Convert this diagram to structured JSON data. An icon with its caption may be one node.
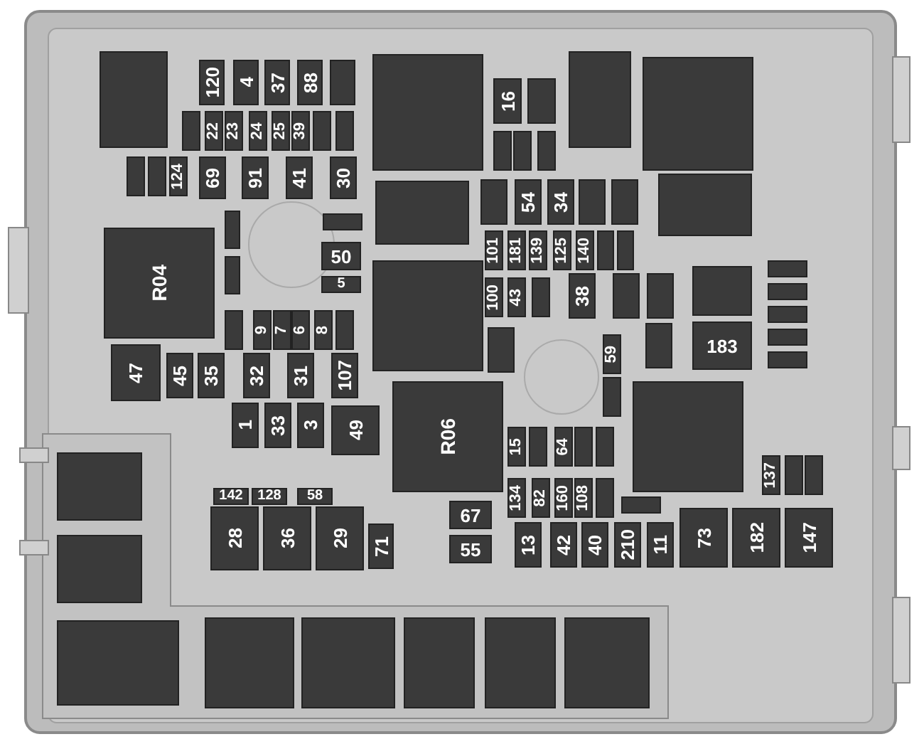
{
  "diagram": {
    "nodes": [
      {
        "text": [],
        "shape": "box"
      },
      {
        "text": [
          "120"
        ]
      },
      {
        "text": [
          "4"
        ]
      },
      {
        "text": [
          "37"
        ]
      },
      {
        "text": [
          "88"
        ]
      },
      {
        "text": [],
        "shape": "box"
      },
      {
        "text": [],
        "shape": "box"
      },
      {
        "text": [
          "22"
        ]
      },
      {
        "text": [
          "23"
        ]
      },
      {
        "text": [
          "24"
        ]
      },
      {
        "text": [
          "25"
        ]
      },
      {
        "text": [
          "39"
        ]
      },
      {
        "text": [],
        "shape": "box"
      },
      {
        "text": [],
        "shape": "box"
      },
      {
        "text": [],
        "shape": "box"
      },
      {
        "text": [],
        "shape": "box"
      },
      {
        "text": [
          "124"
        ]
      },
      {
        "text": [
          "69"
        ]
      },
      {
        "text": [
          "91"
        ]
      },
      {
        "text": [
          "41"
        ]
      },
      {
        "text": [
          "30"
        ]
      },
      {
        "text": [],
        "shape": "box"
      },
      {
        "text": [
          "16"
        ]
      },
      {
        "text": [],
        "shape": "box"
      },
      {
        "text": [],
        "shape": "box"
      },
      {
        "text": [],
        "shape": "box"
      },
      {
        "text": [],
        "shape": "box"
      },
      {
        "text": [],
        "shape": "box"
      },
      {
        "text": [],
        "shape": "box"
      },
      {
        "text": [],
        "shape": "box"
      },
      {
        "text": [],
        "shape": "box"
      },
      {
        "text": [
          "54"
        ]
      },
      {
        "text": [
          "34"
        ]
      },
      {
        "text": [],
        "shape": "box"
      },
      {
        "text": [],
        "shape": "box"
      },
      {
        "text": [],
        "shape": "box"
      },
      {
        "text": [],
        "shape": "box"
      },
      {
        "text": [],
        "shape": "box"
      },
      {
        "text": [],
        "shape": "box"
      },
      {
        "text": [
          "50"
        ]
      },
      {
        "text": [
          "R04"
        ]
      },
      {
        "text": [
          "101"
        ]
      },
      {
        "text": [
          "181"
        ]
      },
      {
        "text": [
          "139"
        ]
      },
      {
        "text": [
          "125"
        ]
      },
      {
        "text": [
          "140"
        ]
      },
      {
        "text": [],
        "shape": "box"
      },
      {
        "text": [],
        "shape": "box"
      },
      {
        "text": [
          "5"
        ]
      },
      {
        "text": [],
        "shape": "box"
      },
      {
        "text": [
          "100"
        ]
      },
      {
        "text": [
          "43"
        ]
      },
      {
        "text": [],
        "shape": "box"
      },
      {
        "text": [
          "38"
        ]
      },
      {
        "text": [],
        "shape": "box"
      },
      {
        "text": [],
        "shape": "box"
      },
      {
        "text": [],
        "shape": "box"
      },
      {
        "text": [],
        "shape": "box"
      },
      {
        "text": [],
        "shape": "box"
      },
      {
        "text": [],
        "shape": "box"
      },
      {
        "text": [],
        "shape": "box"
      },
      {
        "text": [],
        "shape": "box"
      },
      {
        "text": [],
        "shape": "box"
      },
      {
        "text": [
          "9"
        ]
      },
      {
        "text": [
          "7"
        ]
      },
      {
        "text": [
          "6"
        ]
      },
      {
        "text": [
          "8"
        ]
      },
      {
        "text": [],
        "shape": "box"
      },
      {
        "text": [
          "183"
        ]
      },
      {
        "text": [],
        "shape": "box"
      },
      {
        "text": [],
        "shape": "box"
      },
      {
        "text": [
          "59"
        ]
      },
      {
        "text": [
          "47"
        ]
      },
      {
        "text": [
          "45"
        ]
      },
      {
        "text": [
          "35"
        ]
      },
      {
        "text": [
          "32"
        ]
      },
      {
        "text": [
          "31"
        ]
      },
      {
        "text": [
          "107"
        ]
      },
      {
        "text": [],
        "shape": "box"
      },
      {
        "text": [
          "R06"
        ]
      },
      {
        "text": [],
        "shape": "box"
      },
      {
        "text": [
          "1"
        ]
      },
      {
        "text": [
          "33"
        ]
      },
      {
        "text": [
          "3"
        ]
      },
      {
        "text": [
          "49"
        ]
      },
      {
        "text": [
          "15"
        ]
      },
      {
        "text": [],
        "shape": "box"
      },
      {
        "text": [
          "64"
        ]
      },
      {
        "text": [],
        "shape": "box"
      },
      {
        "text": [],
        "shape": "box"
      },
      {
        "text": [
          "137"
        ]
      },
      {
        "text": [],
        "shape": "box"
      },
      {
        "text": [],
        "shape": "box"
      },
      {
        "text": [],
        "shape": "box"
      },
      {
        "text": [
          "134"
        ]
      },
      {
        "text": [
          "82"
        ]
      },
      {
        "text": [
          "160"
        ]
      },
      {
        "text": [
          "108"
        ]
      },
      {
        "text": [],
        "shape": "box"
      },
      {
        "text": [],
        "shape": "box"
      },
      {
        "text": [
          "142"
        ]
      },
      {
        "text": [
          "128"
        ]
      },
      {
        "text": [
          "58"
        ]
      },
      {
        "text": [
          "67"
        ]
      },
      {
        "text": [
          "28"
        ]
      },
      {
        "text": [
          "36"
        ]
      },
      {
        "text": [
          "29"
        ]
      },
      {
        "text": [
          "71"
        ]
      },
      {
        "text": [
          "55"
        ]
      },
      {
        "text": [
          "13"
        ]
      },
      {
        "text": [
          "42"
        ]
      },
      {
        "text": [
          "40"
        ]
      },
      {
        "text": [
          "210"
        ]
      },
      {
        "text": [
          "11"
        ]
      },
      {
        "text": [
          "73"
        ]
      },
      {
        "text": [
          "182"
        ]
      },
      {
        "text": [
          "147"
        ]
      },
      {
        "text": [],
        "shape": "box"
      },
      {
        "text": [],
        "shape": "box"
      },
      {
        "text": [],
        "shape": "box"
      },
      {
        "text": [],
        "shape": "box"
      },
      {
        "text": [],
        "shape": "box"
      },
      {
        "text": [],
        "shape": "box"
      },
      {
        "text": [],
        "shape": "box"
      }
    ]
  }
}
